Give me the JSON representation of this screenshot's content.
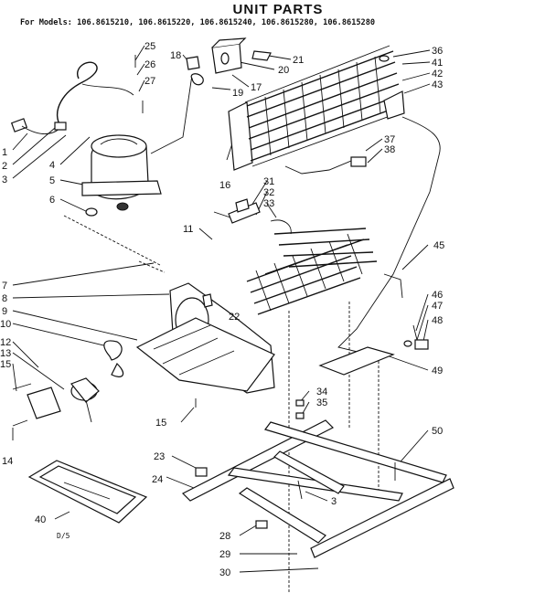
{
  "header": {
    "title": "UNIT PARTS",
    "models_prefix": "For Models:",
    "models_list": "106.8615210, 106.8615220, 106.8615240, 106.8615280, 106.8615280"
  },
  "footer": {
    "page_code": "D/5"
  },
  "callouts": [
    "1",
    "2",
    "3",
    "4",
    "5",
    "6",
    "7",
    "8",
    "9",
    "10",
    "11",
    "12",
    "13",
    "14",
    "15",
    "15",
    "16",
    "17",
    "18",
    "19",
    "20",
    "21",
    "22",
    "23",
    "24",
    "25",
    "26",
    "27",
    "28",
    "29",
    "30",
    "31",
    "32",
    "33",
    "34",
    "35",
    "36",
    "37",
    "38",
    "40",
    "41",
    "42",
    "43",
    "45",
    "46",
    "47",
    "48",
    "49",
    "50",
    "3"
  ]
}
